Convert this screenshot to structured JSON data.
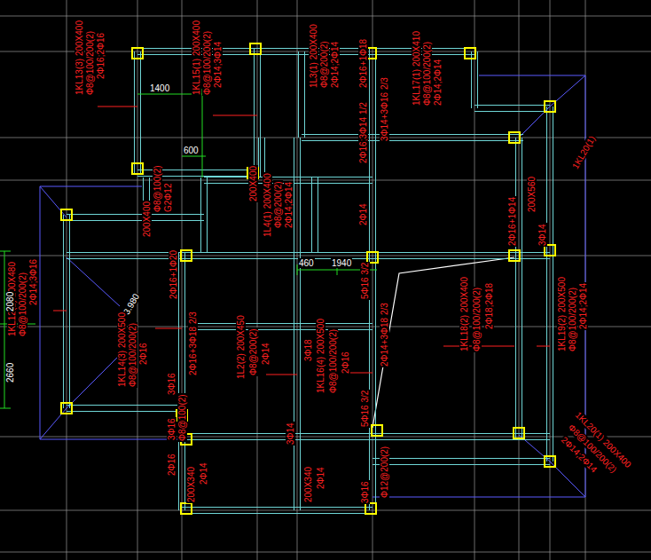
{
  "diagram": {
    "labels": [
      "1KL13(3) 200X400",
      "Φ8@100/200(2)",
      "2Φ16;2Φ16",
      "1KL15(1) 200X400",
      "Φ8@100/200(2)",
      "2Φ14;3Φ14",
      "1L3(1) 200X400",
      "Φ8@200(2)",
      "2Φ14;2Φ14",
      "1KL17(1) 200X410",
      "Φ8@100/200(2)",
      "2Φ14;2Φ14",
      "2Φ16+1Φ18",
      "3Φ14+3Φ16 2/3",
      "2Φ16;3Φ14 1/2",
      "2Φ14",
      "1L4(1) 200X400",
      "Φ8@200(2)",
      "2Φ14;2Φ14",
      "200X400",
      "200X400",
      "Φ8@100(2)",
      "G2Φ12",
      "2Φ16+1Φ20",
      "2Φ16+1Φ14",
      "200X560",
      "3Φ14",
      "1400",
      "600",
      "460",
      "1940",
      "1KL12(1) 200X480",
      "Φ8@100/200(2)",
      "2Φ14;3Φ16",
      "2080",
      "2660",
      "3.980",
      "1KL14(3) 200X500",
      "Φ8@100/200(2)",
      "2Φ16",
      "2Φ16+3Φ18 2/3",
      "3Φ16",
      "Φ8@100(2)",
      "3Φ16",
      "2Φ16",
      "200X340",
      "2Φ14",
      "1L2(2) 200X450",
      "Φ8@200(2)",
      "2Φ14",
      "3Φ18",
      "1KL16(4) 200X500",
      "Φ8@100/200(2)",
      "2Φ16",
      "5Φ16 3/2",
      "2Φ14+3Φ18 2/3",
      "5Φ16 3/2",
      "3Φ14",
      "200X340",
      "2Φ14",
      "3Φ16",
      "Φ12@200(2)",
      "1KL18(2) 200X400",
      "Φ8@100/200(2)",
      "2Φ18;2Φ18",
      "1KL19(2) 200X500",
      "Φ8@100/200(2)",
      "2Φ14;2Φ14",
      "1KL20(1)",
      "1KL20(1) 200X400",
      "Φ8@100/200(2)",
      "2Φ14;2Φ14"
    ]
  }
}
